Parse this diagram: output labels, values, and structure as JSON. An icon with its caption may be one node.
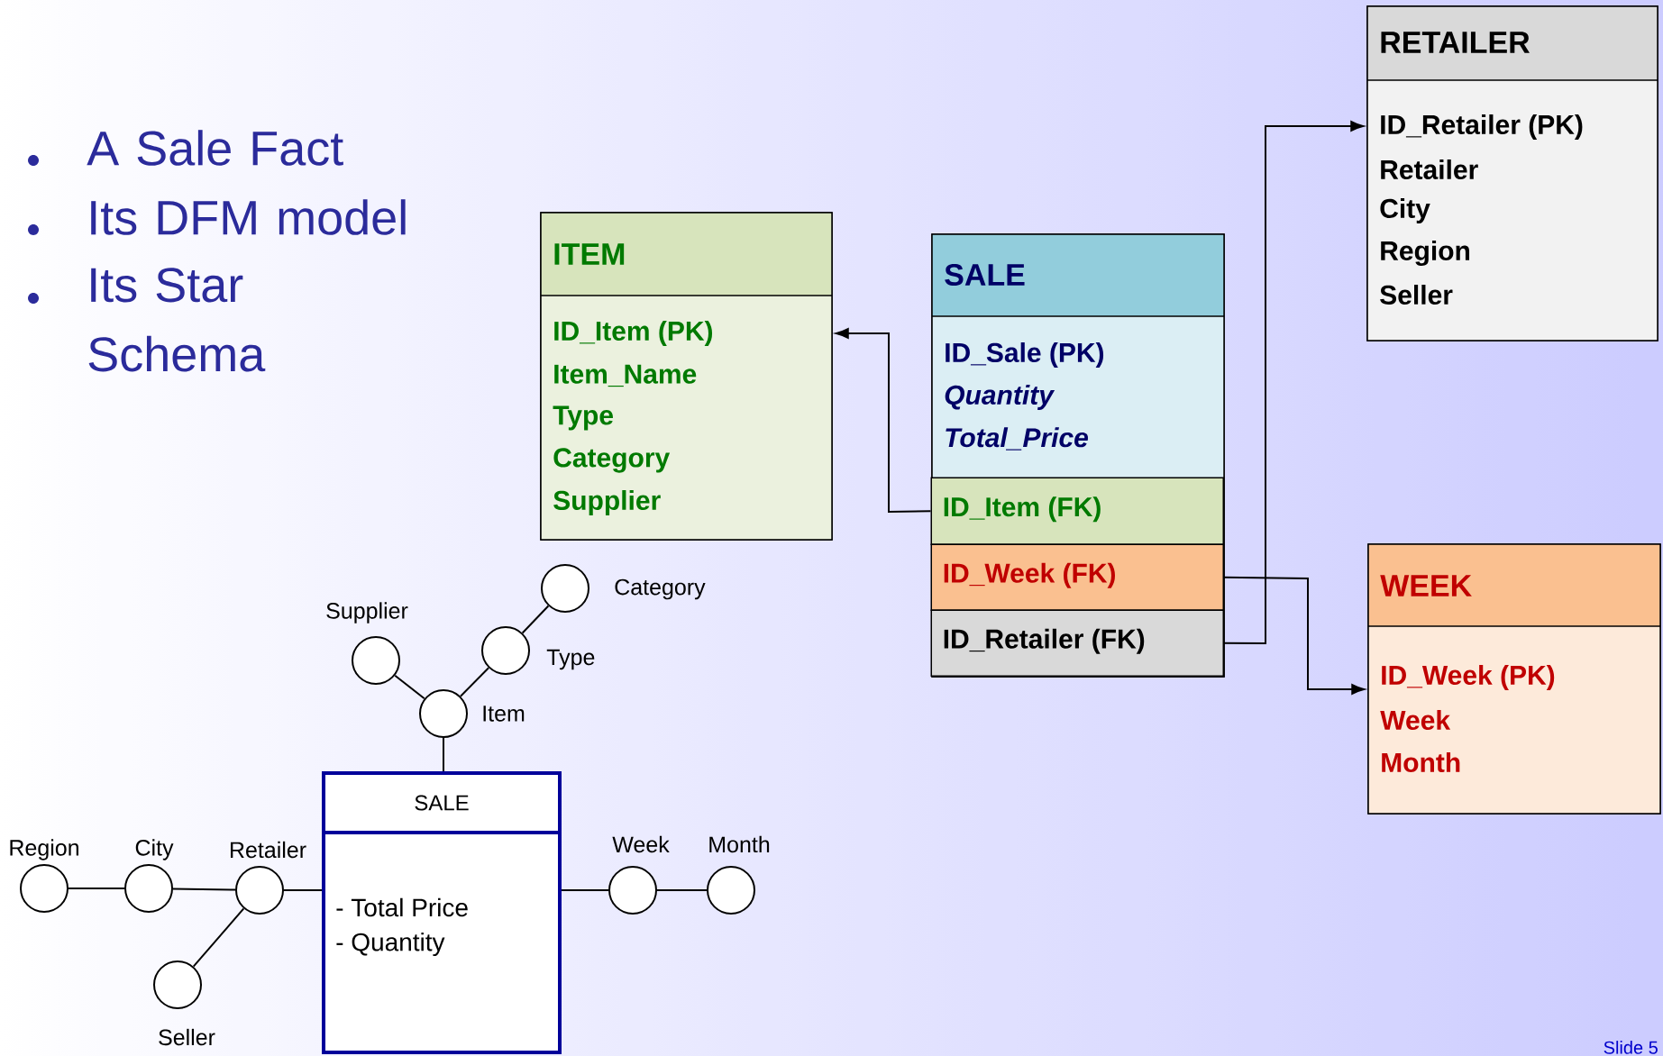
{
  "diagram": {
    "nodes": [
      {
        "text": [
          "ITEM",
          "ID_Item (PK)",
          "Item_Name",
          "Type",
          "Category",
          "Supplier"
        ]
      },
      {
        "text": [
          "SALE",
          "ID_Sale (PK)",
          "Quantity",
          "Total_Price"
        ]
      },
      {
        "text": [
          "ID_Item (FK)"
        ],
        "in": 1
      },
      {
        "text": [
          "ID_Week (FK)"
        ],
        "in": 1
      },
      {
        "text": [
          "ID_Retailer (FK)"
        ],
        "in": 1
      },
      {
        "text": [
          "RETAILER",
          "ID_Retailer (PK)",
          "Retailer",
          "City",
          "Region",
          "Seller"
        ]
      },
      {
        "text": [
          "WEEK",
          "ID_Week (PK)",
          "Week",
          "Month"
        ]
      },
      {
        "text": [
          "SALE",
          "- Total Price",
          "- Quantity"
        ]
      },
      {
        "text": [],
        "shape": "circle",
        "beside": [
          "Category"
        ]
      },
      {
        "text": [],
        "shape": "circle",
        "beside": [
          "Supplier"
        ]
      },
      {
        "text": [],
        "shape": "circle",
        "beside": [
          "Type"
        ]
      },
      {
        "text": [],
        "shape": "circle",
        "beside": [
          "Item"
        ]
      },
      {
        "text": [],
        "shape": "circle",
        "beside": [
          "Region"
        ]
      },
      {
        "text": [],
        "shape": "circle",
        "beside": [
          "City"
        ]
      },
      {
        "text": [],
        "shape": "circle",
        "beside": [
          "Retailer"
        ]
      },
      {
        "text": [],
        "shape": "circle",
        "beside": [
          "Week"
        ]
      },
      {
        "text": [],
        "shape": "circle",
        "beside": [
          "Month"
        ]
      },
      {
        "text": [],
        "shape": "circle",
        "beside": [
          "Seller"
        ]
      }
    ],
    "edges": [
      {
        "from": 2,
        "to": 0,
        "arrow": "to"
      },
      {
        "from": 3,
        "to": 6,
        "arrow": "to"
      },
      {
        "from": 4,
        "to": 5,
        "arrow": "to"
      },
      {
        "from": 11,
        "to": 7,
        "arrow": "none"
      },
      {
        "from": 9,
        "to": 11,
        "arrow": "none"
      },
      {
        "from": 10,
        "to": 11,
        "arrow": "none"
      },
      {
        "from": 8,
        "to": 10,
        "arrow": "none"
      },
      {
        "from": 12,
        "to": 13,
        "arrow": "none"
      },
      {
        "from": 13,
        "to": 14,
        "arrow": "none"
      },
      {
        "from": 14,
        "to": 7,
        "arrow": "none"
      },
      {
        "from": 17,
        "to": 14,
        "arrow": "none"
      },
      {
        "from": 7,
        "to": 15,
        "arrow": "none"
      },
      {
        "from": 15,
        "to": 16,
        "arrow": "none"
      }
    ],
    "labels": [
      "A Sale Fact",
      "Its DFM model",
      "Its Star Schema",
      "Slide 5"
    ]
  }
}
